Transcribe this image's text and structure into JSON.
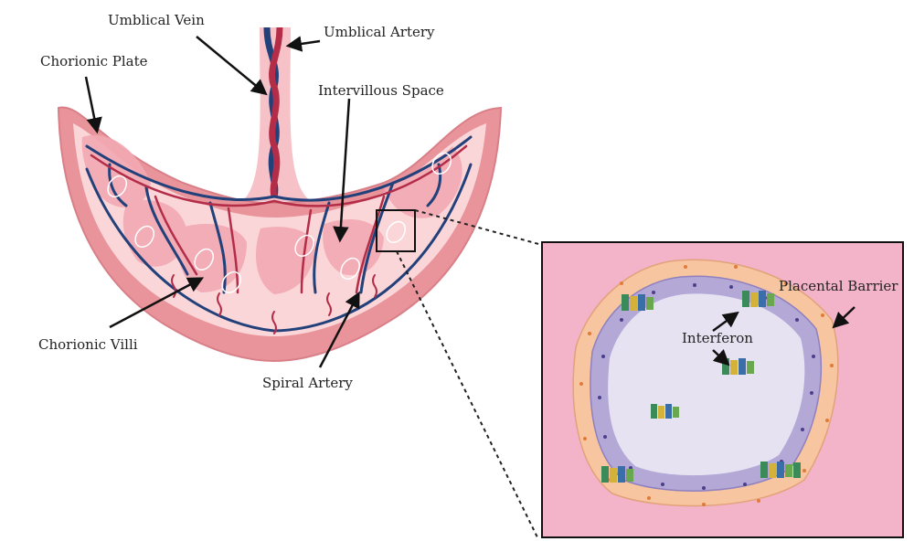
{
  "labels": {
    "umbilical_vein": "Umblical Vein",
    "umbilical_artery": "Umblical Artery",
    "chorionic_plate": "Chorionic Plate",
    "intervillous_space": "Intervillous Space",
    "chorionic_villi": "Chorionic Villi",
    "spiral_artery": "Spiral Artery",
    "placental_barrier": "Placental Barrier",
    "interferon": "Interferon"
  },
  "colors": {
    "outer_rim": "#e8949a",
    "inner_placenta": "#fbd6d9",
    "lobule": "#f2a9b3",
    "vein": "#22407a",
    "artery": "#b32d48",
    "inset_background": "#f3b3c8",
    "outer_cells": "#f7c59f",
    "inner_cells": "#b4a8d6",
    "lumen": "#e7e2f2"
  }
}
